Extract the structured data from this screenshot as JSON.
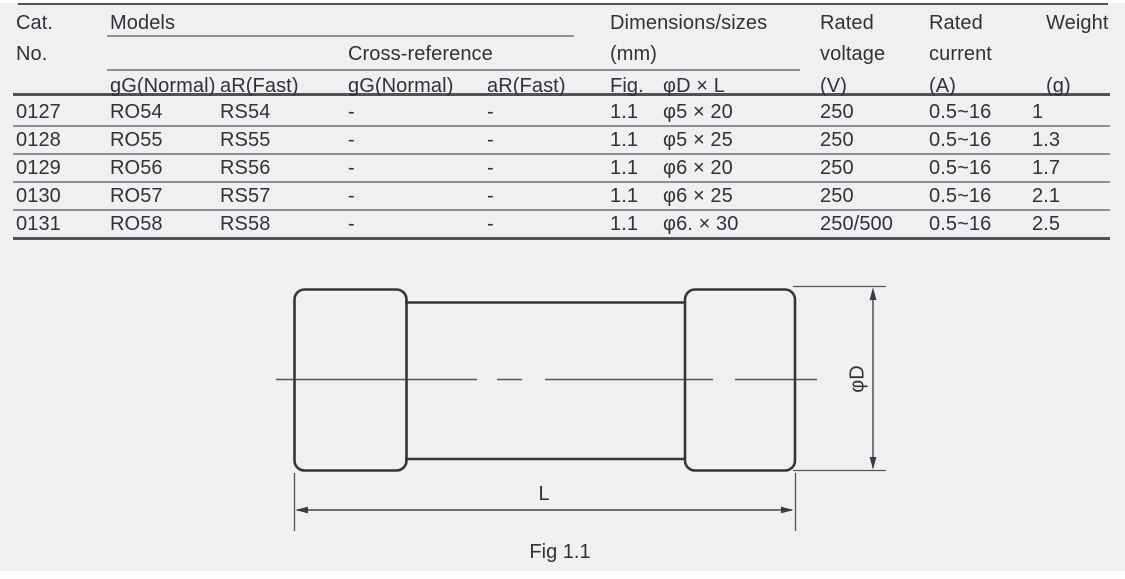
{
  "colors": {
    "background": "#eff0f1",
    "text": "#323236",
    "thin_line": "#8f8f95",
    "heavy_line": "#515158"
  },
  "table": {
    "header": {
      "cat_line1": "Cat.",
      "cat_line2": "No.",
      "models": "Models",
      "cross_reference": "Cross-reference",
      "dimensions_line1": "Dimensions/sizes",
      "dimensions_line2": "(mm)",
      "rated_voltage_line1": "Rated",
      "rated_voltage_line2": "voltage",
      "rated_voltage_unit": "(V)",
      "rated_current_line1": "Rated",
      "rated_current_line2": "current",
      "rated_current_unit": "(A)",
      "weight": "Weight",
      "weight_unit": "(g)",
      "sub": {
        "gg_models": "gG(Normal)",
        "ar_models": "aR(Fast)",
        "gg_cross": "gG(Normal)",
        "ar_cross": "aR(Fast)",
        "fig": "Fig.",
        "dxl": "φD × L"
      }
    },
    "rows": [
      {
        "cat": "0127",
        "gg": "RO54",
        "ar": "RS54",
        "cross_gg": "-",
        "cross_ar": "-",
        "fig": "1.1",
        "dxl": "φ5 × 20",
        "voltage": "250",
        "current": "0.5~16",
        "weight": "1"
      },
      {
        "cat": "0128",
        "gg": "RO55",
        "ar": "RS55",
        "cross_gg": "-",
        "cross_ar": "-",
        "fig": "1.1",
        "dxl": "φ5 × 25",
        "voltage": "250",
        "current": "0.5~16",
        "weight": "1.3"
      },
      {
        "cat": "0129",
        "gg": "RO56",
        "ar": "RS56",
        "cross_gg": "-",
        "cross_ar": "-",
        "fig": "1.1",
        "dxl": "φ6 × 20",
        "voltage": "250",
        "current": "0.5~16",
        "weight": "1.7"
      },
      {
        "cat": "0130",
        "gg": "RO57",
        "ar": "RS57",
        "cross_gg": "-",
        "cross_ar": "-",
        "fig": "1.1",
        "dxl": "φ6 × 25",
        "voltage": "250",
        "current": "0.5~16",
        "weight": "2.1"
      },
      {
        "cat": "0131",
        "gg": "RO58",
        "ar": "RS58",
        "cross_gg": "-",
        "cross_ar": "-",
        "fig": "1.1",
        "dxl": "φ6. × 30",
        "voltage": "250/500",
        "current": "0.5~16",
        "weight": "2.5"
      }
    ]
  },
  "diagram": {
    "label_diameter": "φD",
    "label_length": "L",
    "caption": "Fig 1.1"
  }
}
